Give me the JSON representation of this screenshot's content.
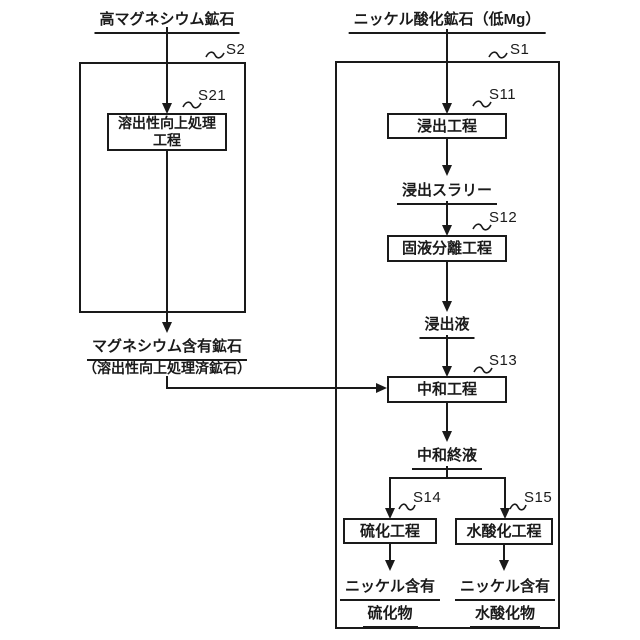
{
  "figure": {
    "colors": {
      "line": "#1a1a1a",
      "background": "#ffffff"
    },
    "icons": {
      "squiggle_connector": "~",
      "arrow_down": "▼",
      "arrow_right": "►"
    },
    "left": {
      "input": "高マグネシウム鉱石",
      "outer_id": "S2",
      "process": {
        "id": "S21",
        "line1": "溶出性向上処理",
        "line2": "工程"
      },
      "output": "マグネシウム含有鉱石",
      "output_note": "（溶出性向上処理済鉱石）"
    },
    "right": {
      "input": "ニッケル酸化鉱石（低Mg）",
      "outer_id": "S1",
      "leaching": {
        "id": "S11",
        "label": "浸出工程"
      },
      "slurry": "浸出スラリー",
      "separation": {
        "id": "S12",
        "label": "固液分離工程"
      },
      "leachate": "浸出液",
      "neutralization": {
        "id": "S13",
        "label": "中和工程"
      },
      "final_solution": "中和終液",
      "sulfurization": {
        "id": "S14",
        "label": "硫化工程"
      },
      "hydroxylation": {
        "id": "S15",
        "label": "水酸化工程"
      },
      "sulfide": {
        "line1": "ニッケル含有",
        "line2": "硫化物"
      },
      "hydroxide": {
        "line1": "ニッケル含有",
        "line2": "水酸化物"
      }
    }
  }
}
